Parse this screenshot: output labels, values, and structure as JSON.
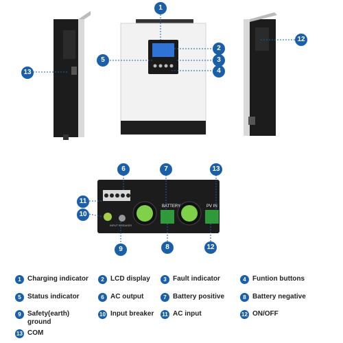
{
  "labels": {
    "l1": "Charging indicator",
    "l2": "LCD display",
    "l3": "Fault indicator",
    "l4": "Funtion buttons",
    "l5": "Status indicator",
    "l6": "AC output",
    "l7": "Battery positive",
    "l8": "Battery negative",
    "l9": "Safety(earth) ground",
    "l10": "Input breaker",
    "l11": "AC input",
    "l12": "ON/OFF",
    "l13": "COM"
  },
  "device_text": {
    "battery": "BATTERY",
    "pv": "PV IN",
    "breaker": "INPUT BREAKER"
  },
  "colors": {
    "badge": "#1b5fa8",
    "body_dark": "#1c1c1c",
    "panel_white": "#f2f2f2",
    "terminal_green": "#2e9a3a",
    "fan_green": "#7fd14a"
  }
}
